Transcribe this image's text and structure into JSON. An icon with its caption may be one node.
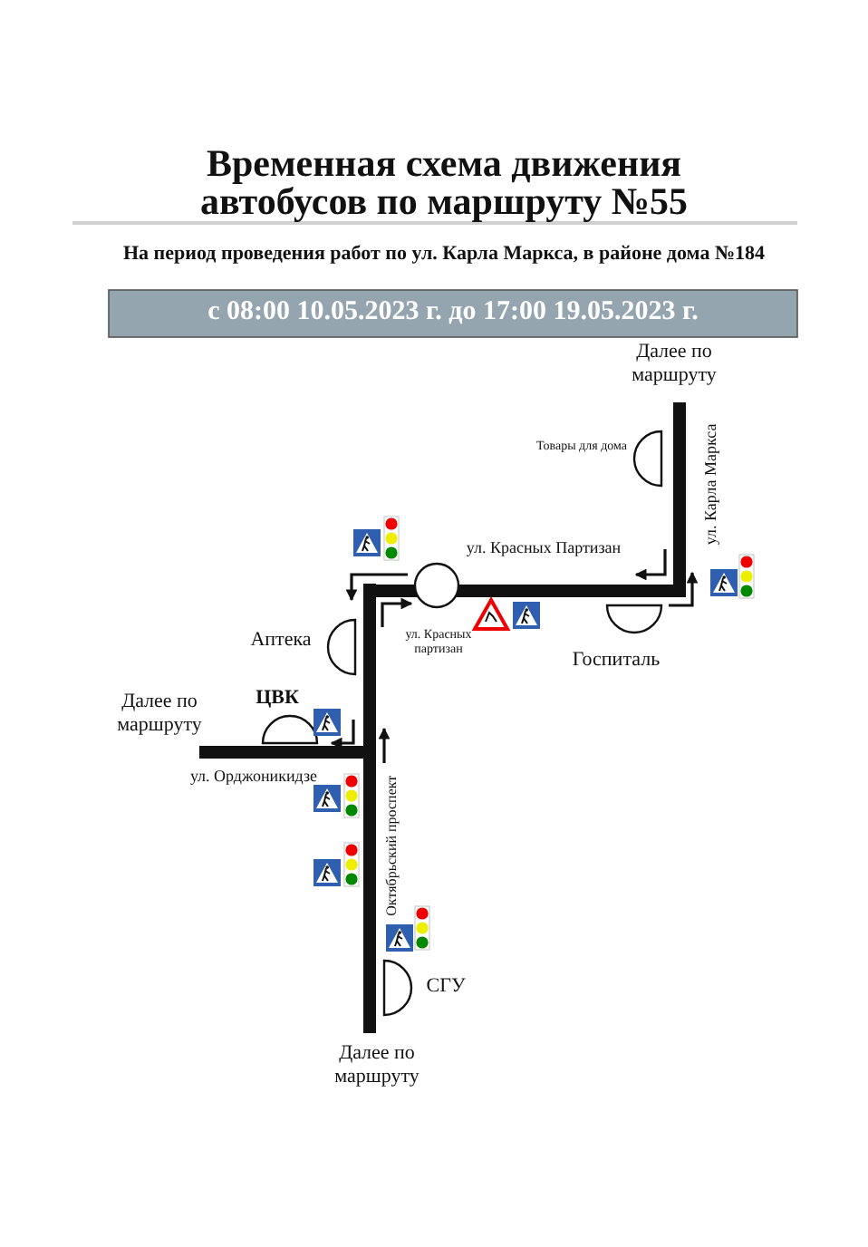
{
  "diagram": {
    "title": "Временная схема движения автобусов по маршруту №55",
    "labels": [
      "На период проведения работ по ул. Карла Маркса, в районе дома №184",
      "с 08:00 10.05.2023 г. до 17:00 19.05.2023 г.",
      "Далее по маршруту",
      "Товары для дома",
      "ул. Карла Маркса",
      "ул. Красных Партизан",
      "Аптека",
      "ул. Красных партизан",
      "Госпиталь",
      "Далее по маршруту",
      "ЦВК",
      "ул. Орджоникидзе",
      "Октябрьский проспект",
      "СГУ",
      "Далее по маршруту"
    ]
  }
}
